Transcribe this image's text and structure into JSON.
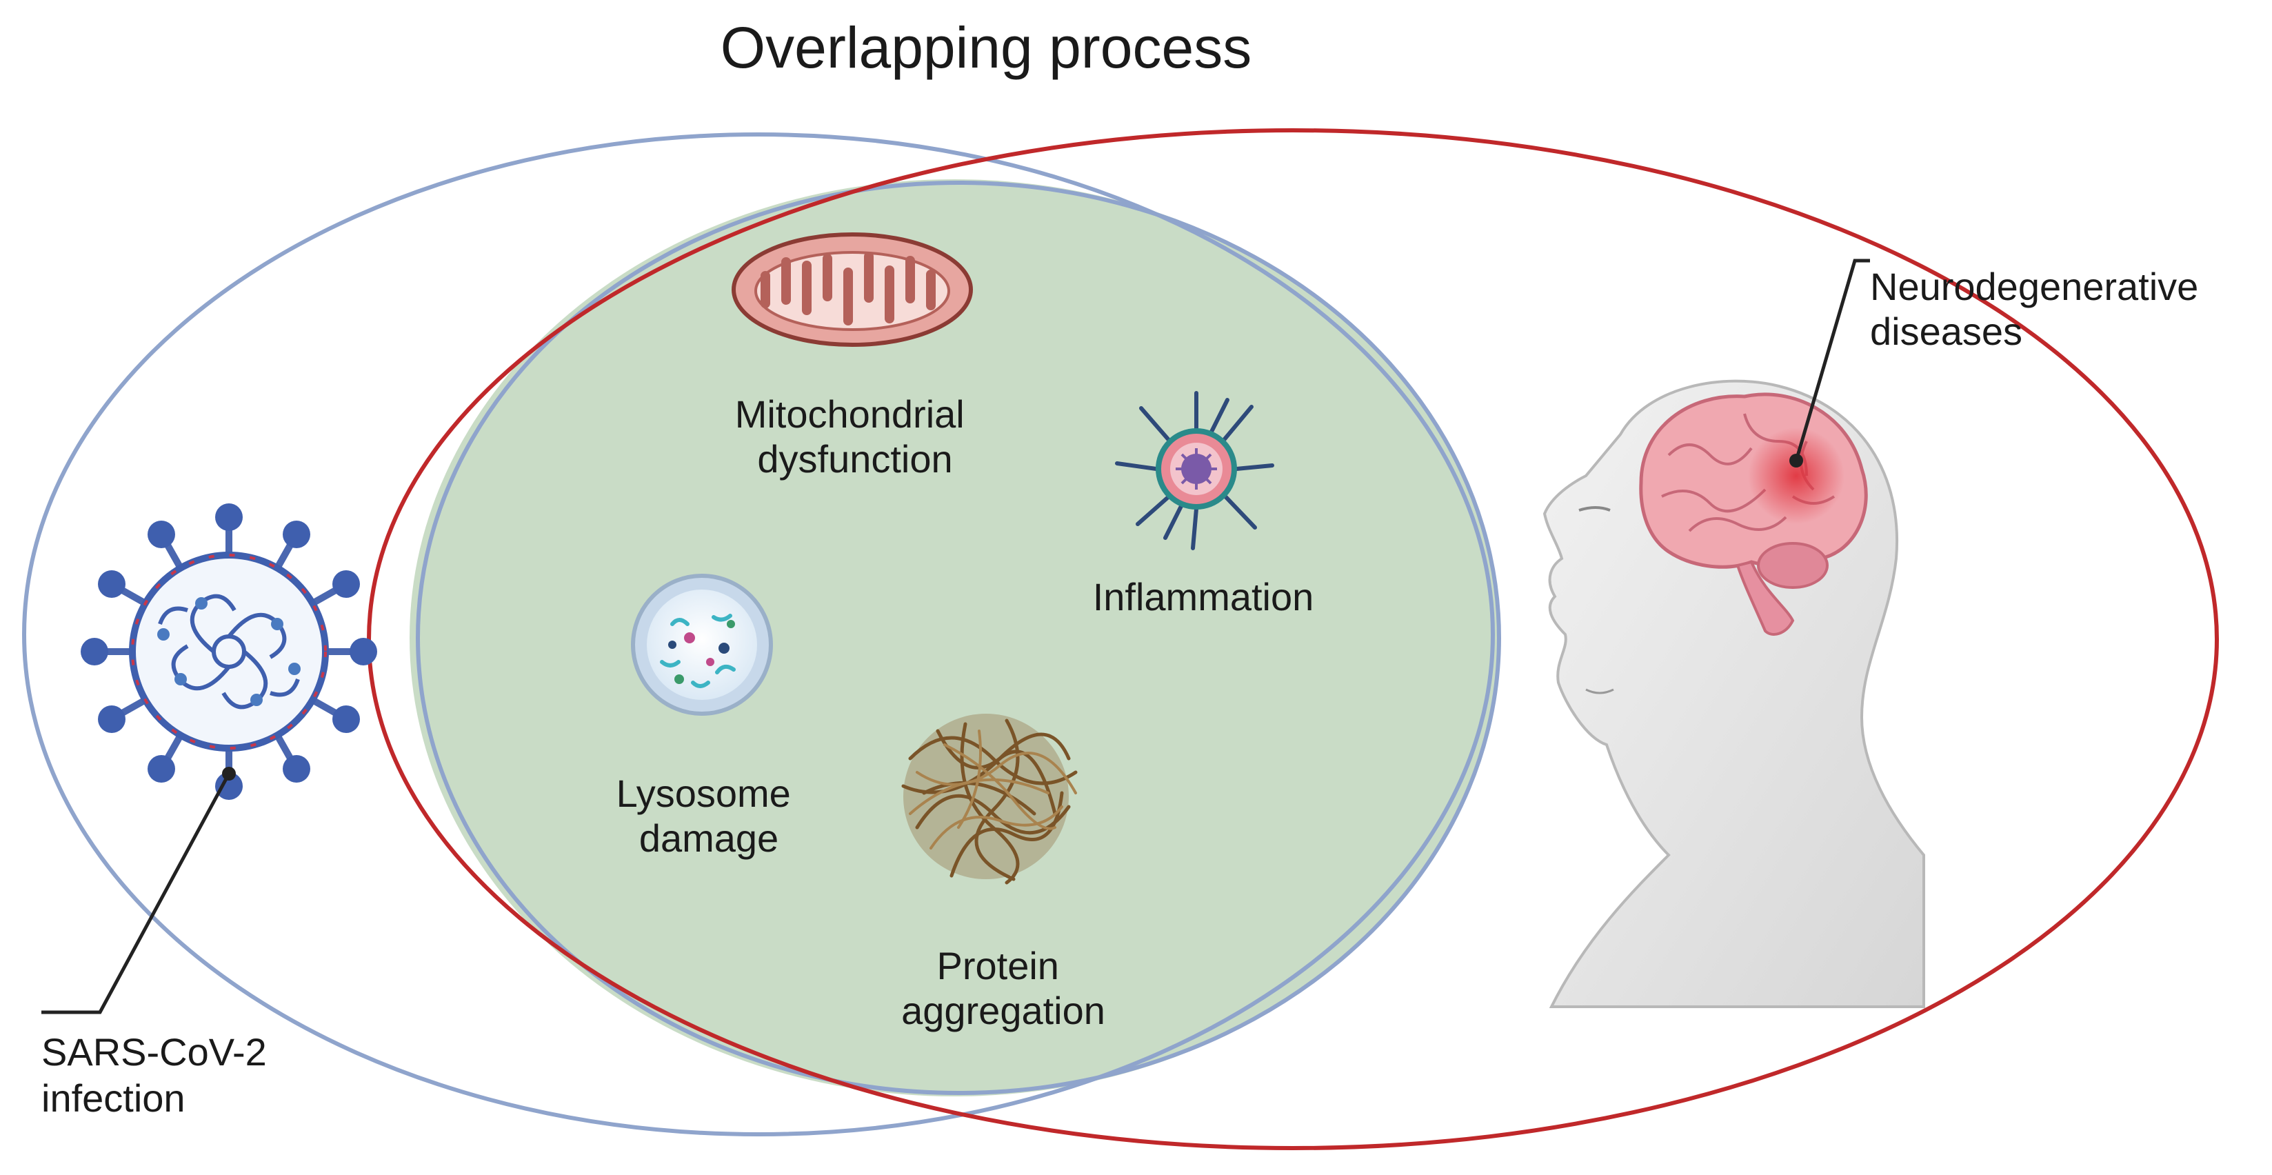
{
  "title": "Overlapping process",
  "sets": {
    "left": {
      "label_lines": [
        "SARS-CoV-2",
        "infection"
      ],
      "color": "#8fa4cc"
    },
    "right": {
      "label_lines": [
        "Neurodegenerative",
        "diseases"
      ],
      "color": "#c0282a"
    },
    "overlap_fill": "#c9dcc6"
  },
  "processes": [
    {
      "id": "mito",
      "icon": "mitochondrion-icon",
      "lines": [
        "Mitochondrial",
        "dysfunction"
      ]
    },
    {
      "id": "inflam",
      "icon": "inflammasome-icon",
      "lines": [
        "Inflammation"
      ]
    },
    {
      "id": "lyso",
      "icon": "lysosome-icon",
      "lines": [
        "Lysosome",
        "damage"
      ]
    },
    {
      "id": "protein",
      "icon": "protein-aggregate-icon",
      "lines": [
        "Protein",
        "aggregation"
      ]
    }
  ],
  "icons": [
    "virus-icon",
    "human-head-icon",
    "brain-icon"
  ]
}
